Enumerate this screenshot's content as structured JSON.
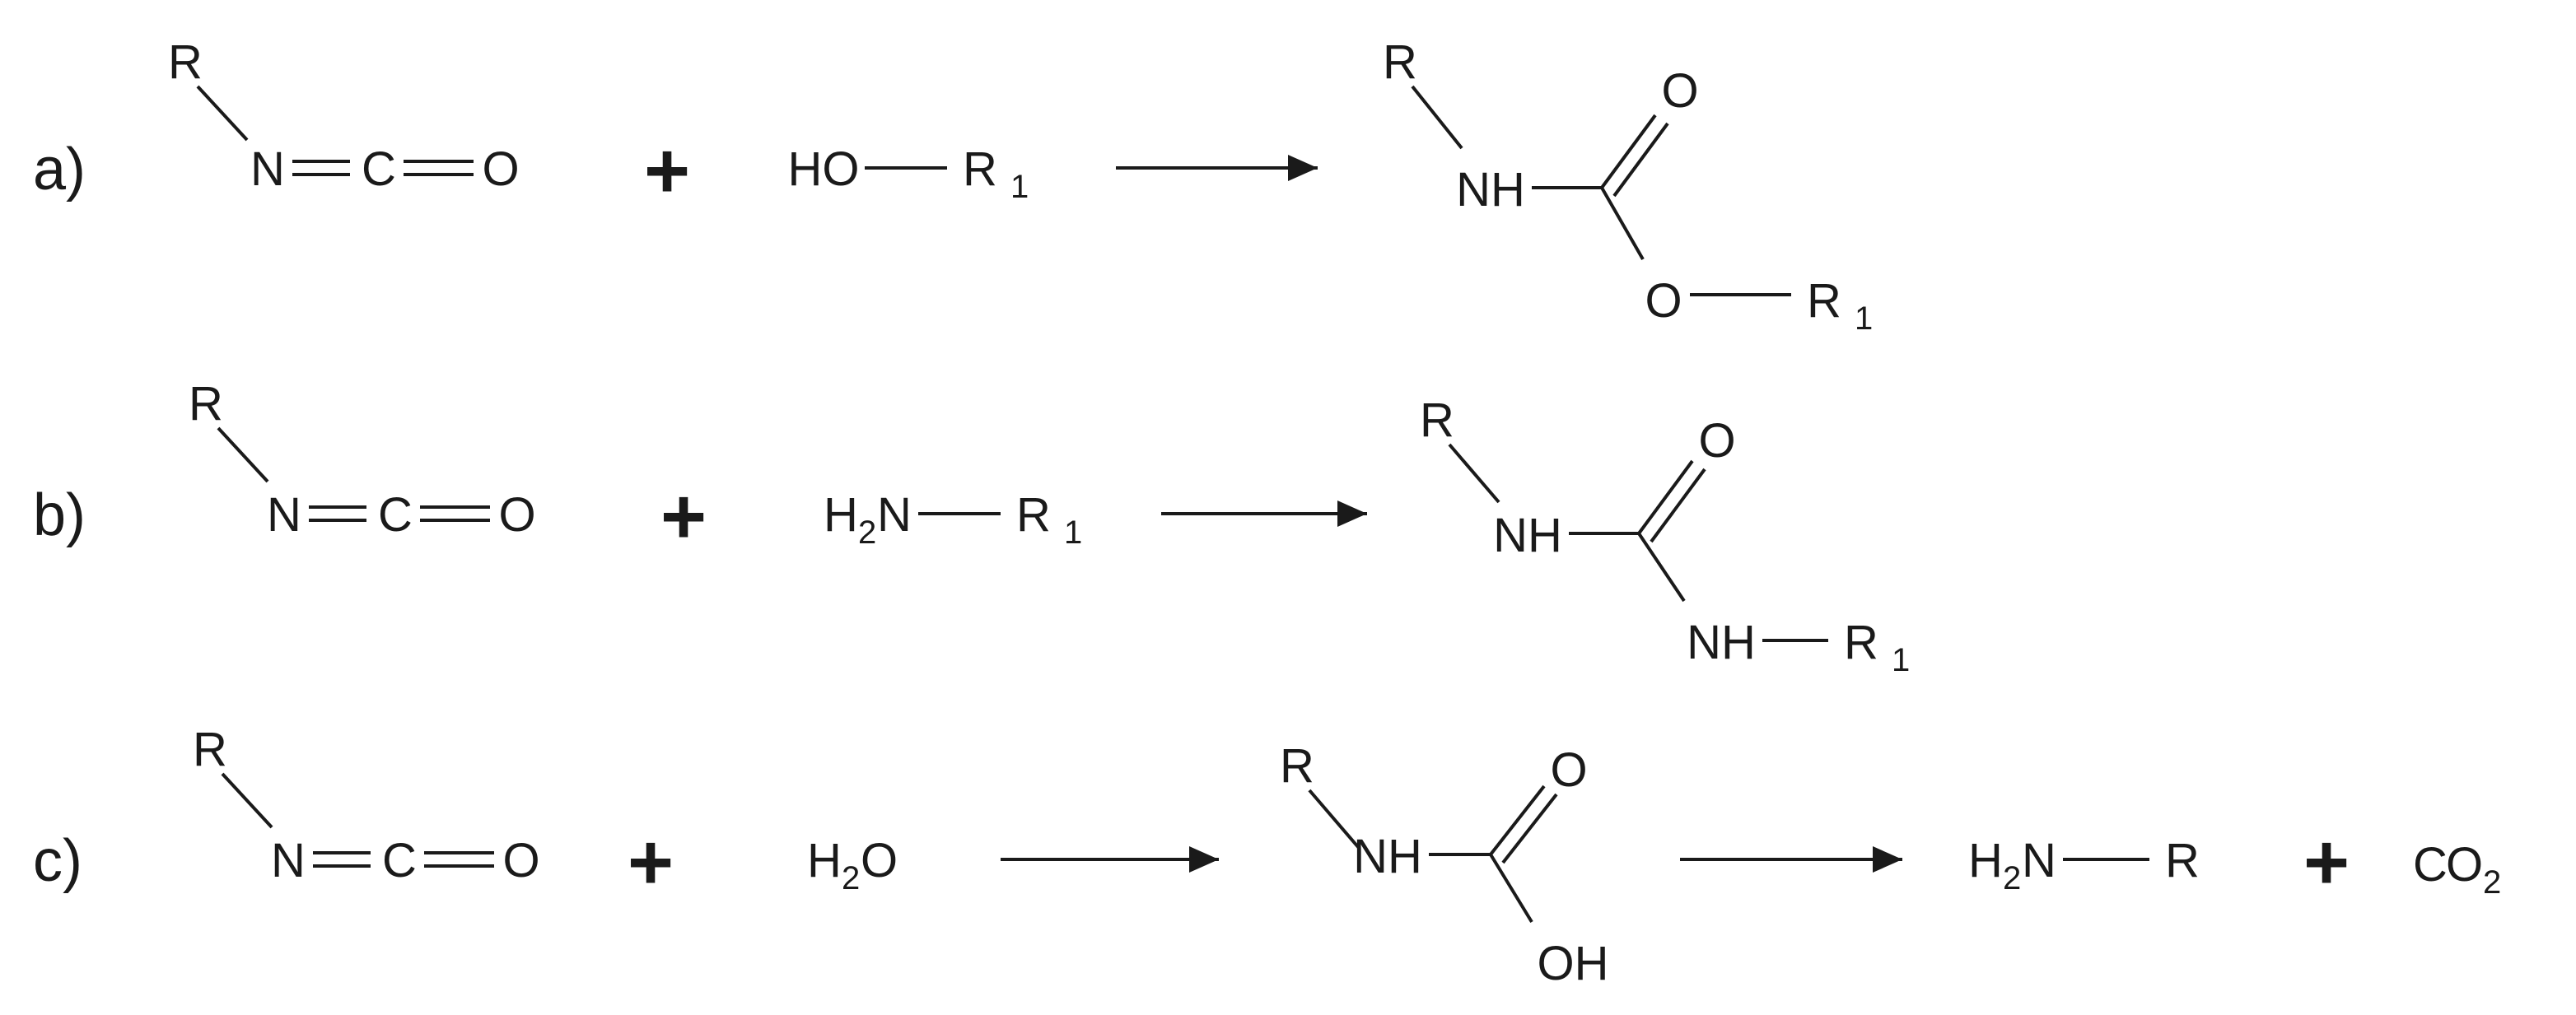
{
  "labels": {
    "a": "a)",
    "b": "b)",
    "c": "c)"
  },
  "atoms": {
    "R": "R",
    "N": "N",
    "C": "C",
    "O": "O",
    "HO": "HO",
    "H": "H",
    "NH": "NH",
    "OH": "OH",
    "sub1": "1",
    "sub2": "2"
  },
  "plus": "+"
}
